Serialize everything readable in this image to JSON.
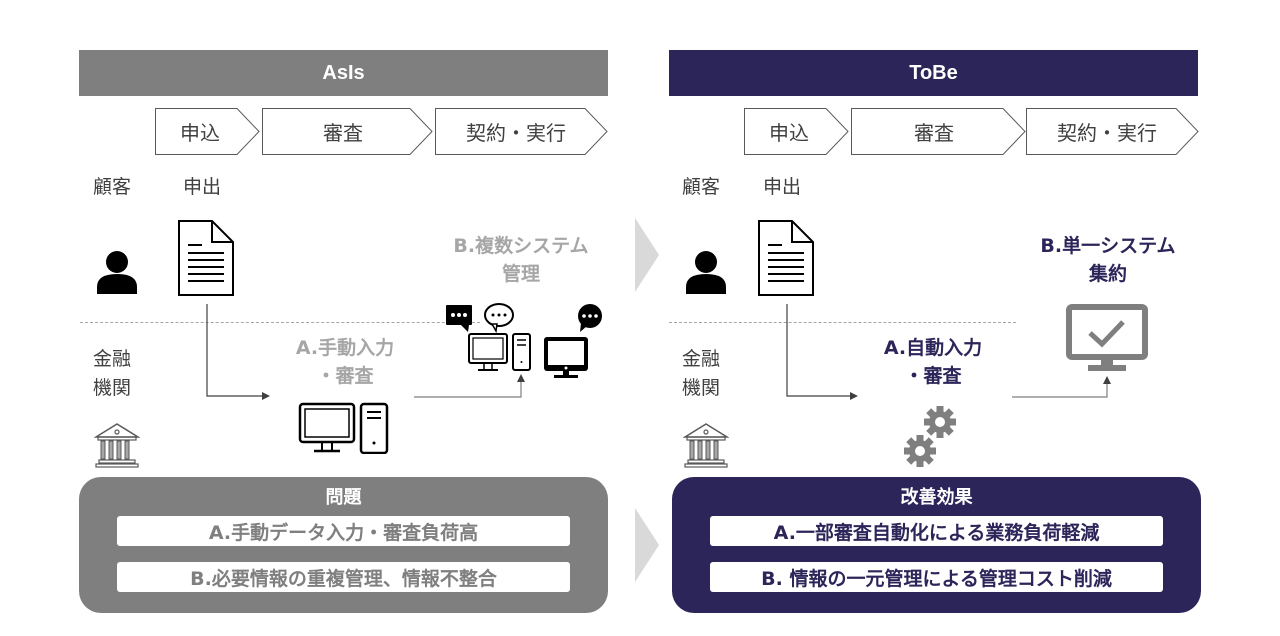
{
  "colors": {
    "asis_accent": "#7f7f7f",
    "tobe_accent": "#2c2559",
    "step_border": "#595959",
    "text_gray": "#404040",
    "arrow_gray": "#d9d9d9"
  },
  "asis": {
    "title": "AsIs",
    "steps": [
      "申込",
      "審査",
      "契約・実行"
    ],
    "rows": {
      "customer": "顧客",
      "customer_action": "申出",
      "bank_line1": "金融",
      "bank_line2": "機関"
    },
    "callout_a": {
      "line1": "A.手動入力",
      "line2": "・審査"
    },
    "callout_b": {
      "line1": "B.複数システム",
      "line2": "管理"
    },
    "summary": {
      "title": "問題",
      "items": [
        "A.手動データ入力・審査負荷高",
        "B.必要情報の重複管理、情報不整合"
      ]
    },
    "icons": [
      "person-icon",
      "document-icon",
      "bank-icon",
      "desktop-computer-icon",
      "multiple-systems-icon",
      "chat-bubble-icon"
    ]
  },
  "tobe": {
    "title": "ToBe",
    "steps": [
      "申込",
      "審査",
      "契約・実行"
    ],
    "rows": {
      "customer": "顧客",
      "customer_action": "申出",
      "bank_line1": "金融",
      "bank_line2": "機関"
    },
    "callout_a": {
      "line1": "A.自動入力",
      "line2": "・審査"
    },
    "callout_b": {
      "line1": "B.単一システム",
      "line2": "集約"
    },
    "summary": {
      "title": "改善効果",
      "items": [
        "A.一部審査自動化による業務負荷軽減",
        "B. 情報の一元管理による管理コスト削減"
      ]
    },
    "icons": [
      "person-icon",
      "document-icon",
      "bank-icon",
      "gears-icon",
      "monitor-check-icon"
    ]
  }
}
